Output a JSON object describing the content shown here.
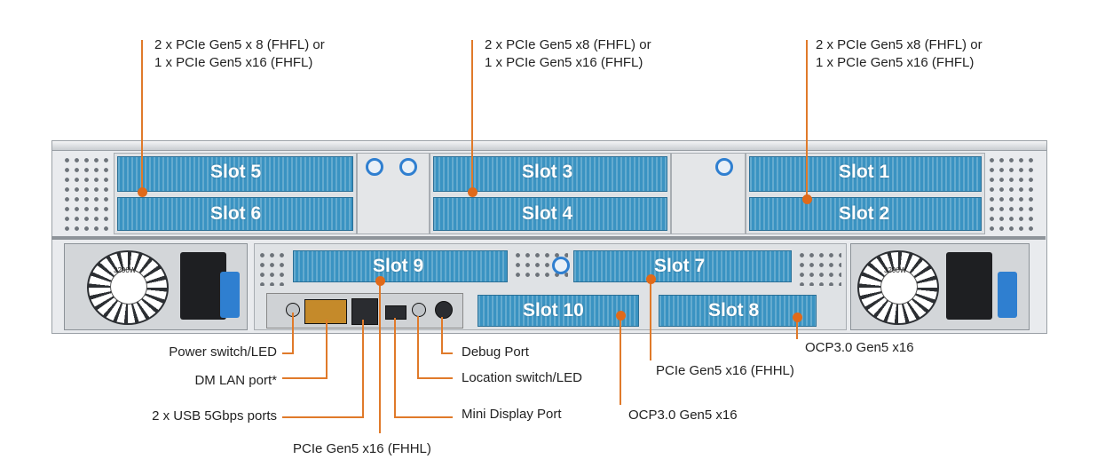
{
  "top_labels": {
    "left": [
      "2 x PCIe Gen5 x 8 (FHFL) or",
      "1 x PCIe Gen5 x16 (FHFL)"
    ],
    "middle": [
      "2 x PCIe Gen5 x8 (FHFL) or",
      "1 x PCIe Gen5 x16 (FHFL)"
    ],
    "right": [
      "2 x PCIe Gen5 x8 (FHFL) or",
      "1 x PCIe Gen5 x16 (FHFL)"
    ]
  },
  "slots": {
    "slot1": "Slot 1",
    "slot2": "Slot 2",
    "slot3": "Slot 3",
    "slot4": "Slot 4",
    "slot5": "Slot 5",
    "slot6": "Slot 6",
    "slot7": "Slot 7",
    "slot8": "Slot 8",
    "slot9": "Slot 9",
    "slot10": "Slot 10"
  },
  "psu": {
    "rating": "3200W"
  },
  "callouts": {
    "power_switch": "Power switch/LED",
    "dm_lan": "DM LAN port*",
    "usb": "2 x USB 5Gbps ports",
    "pcie_slot9": "PCIe Gen5 x16 (FHHL)",
    "debug": "Debug Port",
    "location": "Location switch/LED",
    "mini_dp": "Mini Display Port",
    "ocp_slot10": "OCP3.0 Gen5 x16",
    "pcie_slot7": "PCIe Gen5 x16 (FHHL)",
    "ocp_slot8": "OCP3.0 Gen5 x16"
  },
  "colors": {
    "leader": "#e07a2a",
    "slot_blue": "#3a93c2",
    "clip_blue": "#2f7fd0"
  }
}
